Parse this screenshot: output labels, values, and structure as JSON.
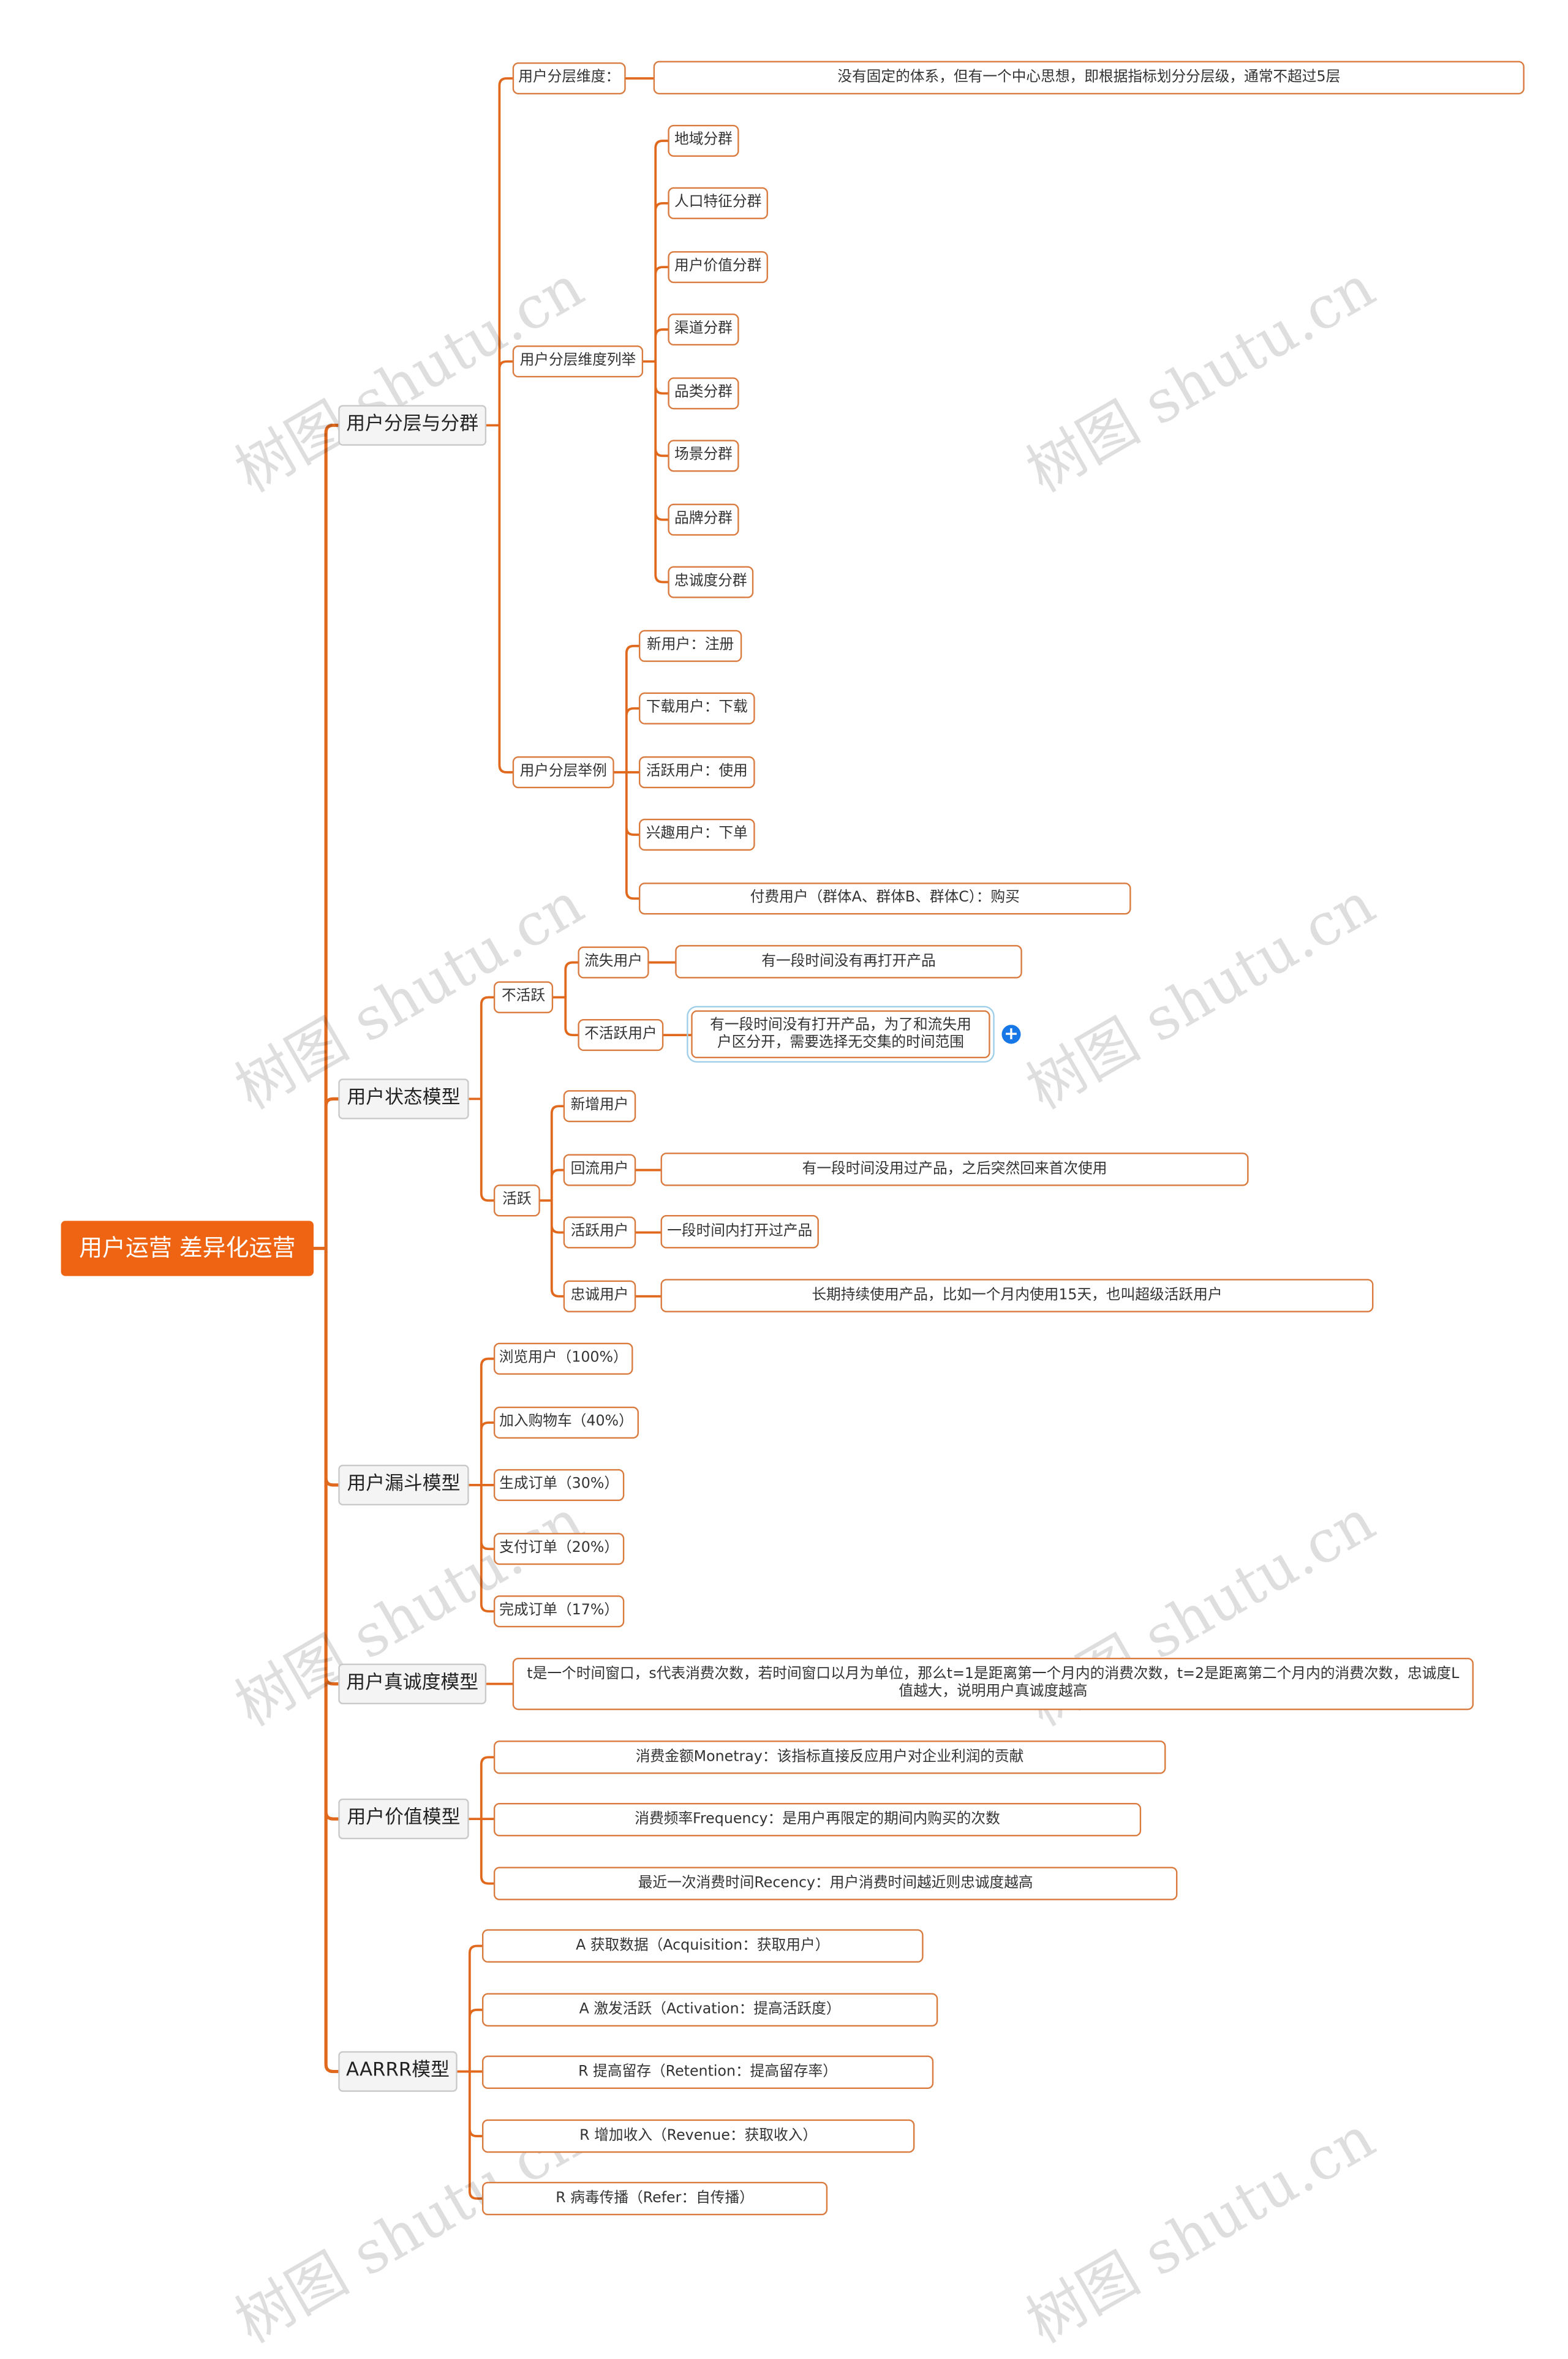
{
  "root": "用户运营 差异化运营",
  "colors": {
    "accent": "#ee6413",
    "line": "#e0691e",
    "node_border": "#d97a3e",
    "expand": "#1877e6"
  },
  "watermark": "树图 shutu.cn",
  "expand_icon": "plus-icon",
  "branches": {
    "b1": {
      "label": "用户分层与分群",
      "dim": {
        "label": "用户分层维度：",
        "note": "没有固定的体系，但有一个中心思想，即根据指标划分分层级，通常不超过5层"
      },
      "list": {
        "label": "用户分层维度列举",
        "items": [
          "地域分群",
          "人口特征分群",
          "用户价值分群",
          "渠道分群",
          "品类分群",
          "场景分群",
          "品牌分群",
          "忠诚度分群"
        ]
      },
      "example": {
        "label": "用户分层举例",
        "items": [
          "新用户：注册",
          "下载用户：下载",
          "活跃用户：使用",
          "兴趣用户：下单",
          "付费用户（群体A、群体B、群体C）：购买"
        ]
      }
    },
    "b2": {
      "label": "用户状态模型",
      "inactive": {
        "label": "不活跃",
        "lost": {
          "label": "流失用户",
          "note": "有一段时间没有再打开产品"
        },
        "idle": {
          "label": "不活跃用户",
          "note": "有一段时间没有打开产品，为了和流失用户区分开，需要选择无交集的时间范围"
        }
      },
      "active": {
        "label": "活跃",
        "new": {
          "label": "新增用户"
        },
        "back": {
          "label": "回流用户",
          "note": "有一段时间没用过产品，之后突然回来首次使用"
        },
        "act": {
          "label": "活跃用户",
          "note": "一段时间内打开过产品"
        },
        "loyal": {
          "label": "忠诚用户",
          "note": "长期持续使用产品，比如一个月内使用15天，也叫超级活跃用户"
        }
      }
    },
    "b3": {
      "label": "用户漏斗模型",
      "items": [
        "浏览用户（100%）",
        "加入购物车（40%）",
        "生成订单（30%）",
        "支付订单（20%）",
        "完成订单（17%）"
      ]
    },
    "b4": {
      "label": "用户真诚度模型",
      "note": "t是一个时间窗口，s代表消费次数，若时间窗口以月为单位，那么t=1是距离第一个月内的消费次数，t=2是距离第二个月内的消费次数，忠诚度L值越大，说明用户真诚度越高"
    },
    "b5": {
      "label": "用户价值模型",
      "items": [
        "消费金额Monetray：该指标直接反应用户对企业利润的贡献",
        "消费频率Frequency：是用户再限定的期间内购买的次数",
        "最近一次消费时间Recency：用户消费时间越近则忠诚度越高"
      ]
    },
    "b6": {
      "label": "AARRR模型",
      "items": [
        "A 获取数据（Acquisition：获取用户）",
        "A 激发活跃（Activation：提高活跃度）",
        "R 提高留存（Retention：提高留存率）",
        "R 增加收入（Revenue：获取收入）",
        "R 病毒传播（Refer：自传播）"
      ]
    }
  }
}
